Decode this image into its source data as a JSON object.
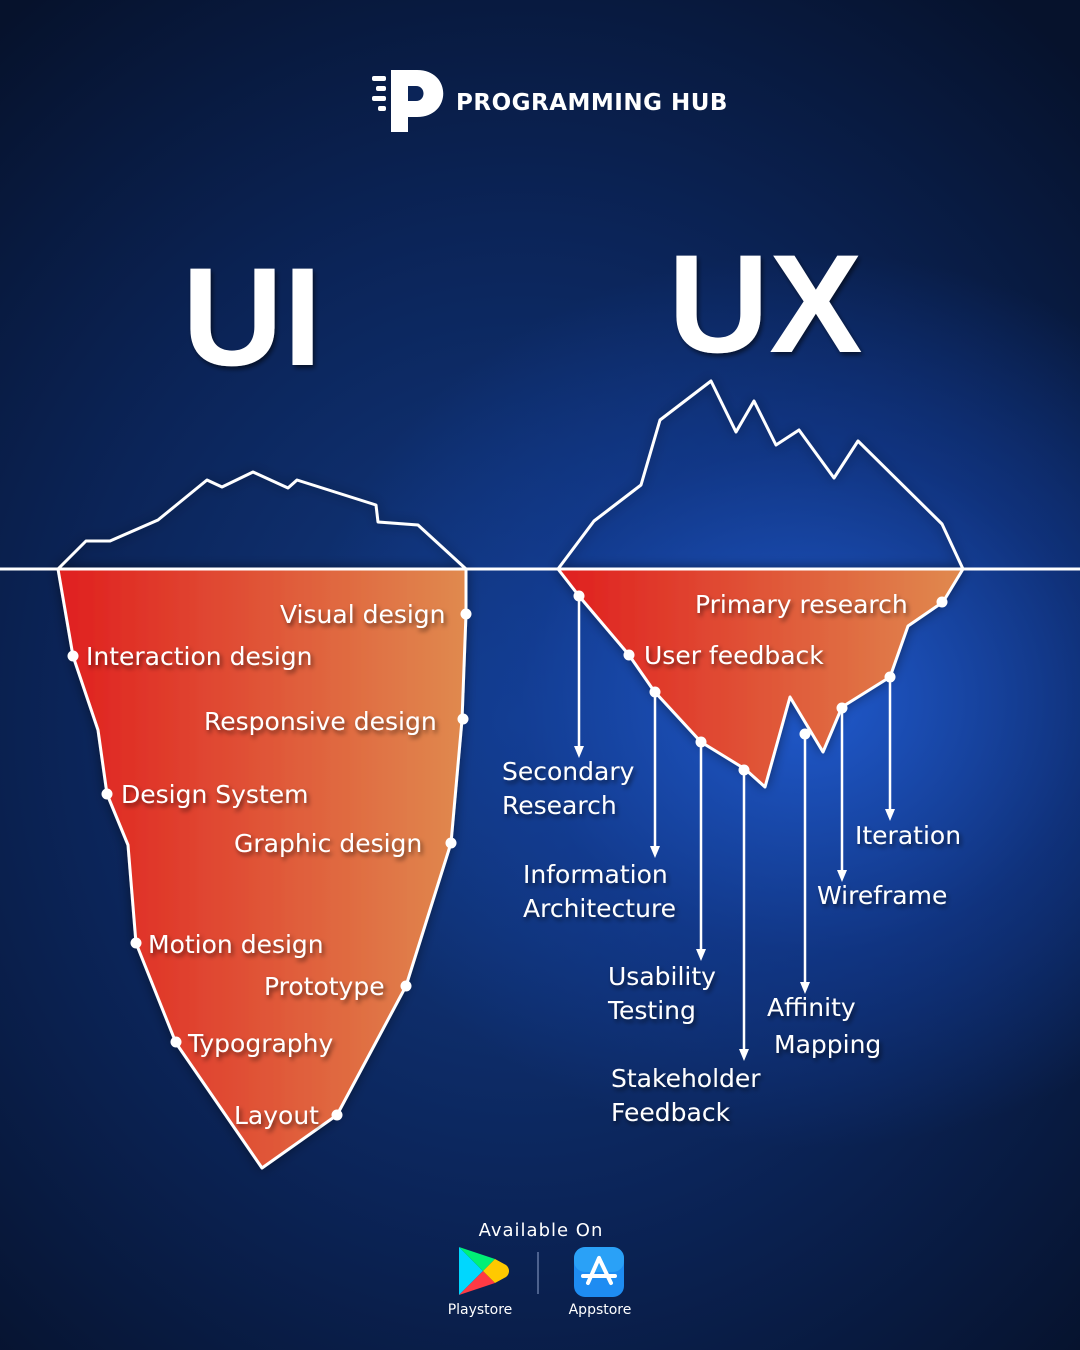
{
  "brand": {
    "name": "PROGRAMMING HUB"
  },
  "ui": {
    "heading": "UI",
    "labels": {
      "visual_design": "Visual design",
      "interaction_design": "Interaction design",
      "responsive_design": "Responsive design",
      "design_system": "Design System",
      "graphic_design": "Graphic design",
      "motion_design": "Motion design",
      "prototype": "Prototype",
      "typography": "Typography",
      "layout": "Layout"
    }
  },
  "ux": {
    "heading": "UX",
    "labels": {
      "primary_research": "Primary research",
      "user_feedback": "User feedback",
      "secondary_research_1": "Secondary",
      "secondary_research_2": "Research",
      "information_architecture_1": "Information",
      "information_architecture_2": "Architecture",
      "iteration": "Iteration",
      "wireframe": "Wireframe",
      "usability_testing_1": "Usability",
      "usability_testing_2": "Testing",
      "affinity_mapping_1": "Affinity",
      "affinity_mapping_2": "Mapping",
      "stakeholder_feedback_1": "Stakeholder",
      "stakeholder_feedback_2": "Feedback"
    }
  },
  "footer": {
    "available_on": "Available On",
    "playstore": "Playstore",
    "appstore": "Appstore"
  },
  "colors": {
    "iceberg_red": "#e01f1f",
    "iceberg_orange": "#e08a4f",
    "background_dark": "#07122a",
    "background_blue": "#1f5cd2",
    "outline": "#ffffff"
  },
  "icons": [
    "programming-hub-logo-icon",
    "play-store-icon",
    "app-store-icon"
  ]
}
